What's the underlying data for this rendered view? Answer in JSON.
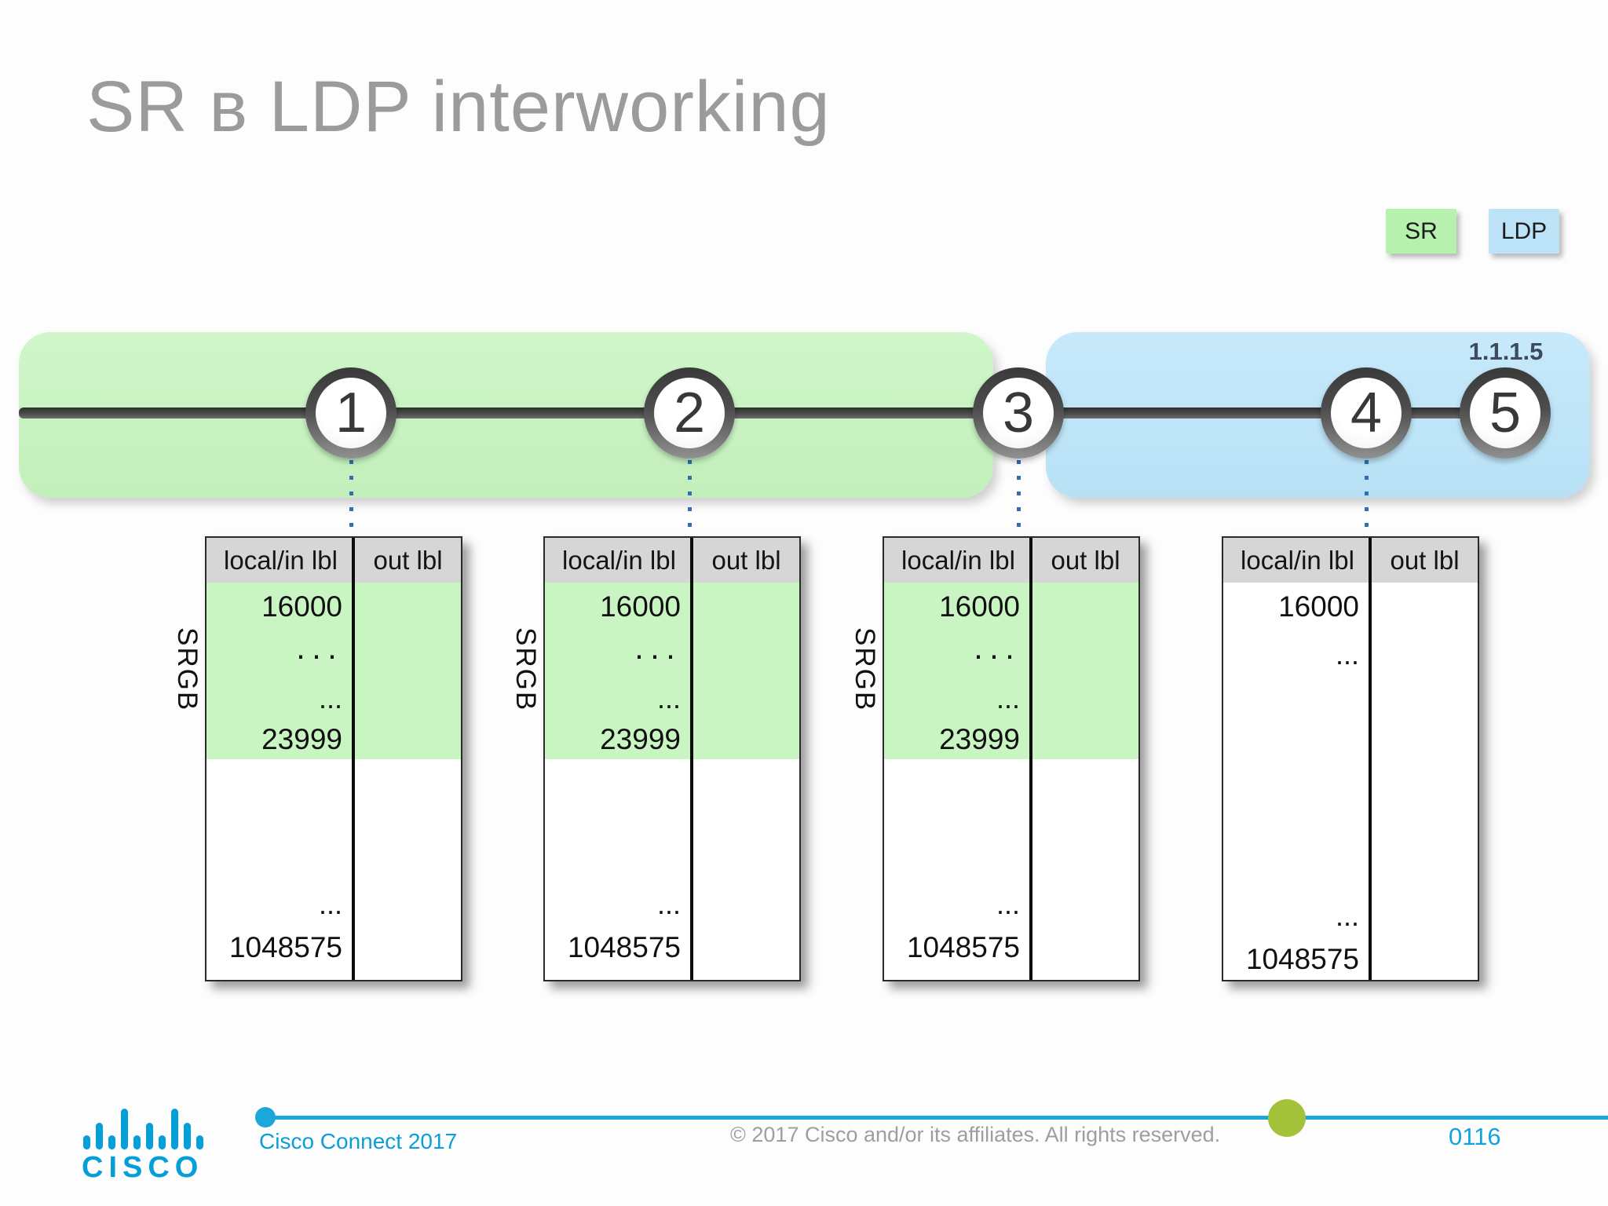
{
  "title": "SR в LDP interworking",
  "legend": {
    "sr": {
      "label": "SR",
      "color": "#b6f1ae"
    },
    "ldp": {
      "label": "LDP",
      "color": "#bde3f8"
    }
  },
  "diagram": {
    "domains": [
      {
        "name": "SR",
        "color": "#c8f3c2"
      },
      {
        "name": "LDP",
        "color": "#bde3f8"
      }
    ],
    "nodes": [
      {
        "id": "1"
      },
      {
        "id": "2"
      },
      {
        "id": "3"
      },
      {
        "id": "4"
      },
      {
        "id": "5",
        "address": "1.1.1.5"
      }
    ]
  },
  "tables": [
    {
      "node": "1",
      "srgb_label": "SRGB",
      "headers": [
        "local/in lbl",
        "out lbl"
      ],
      "local_in_rows": [
        "16000",
        "···",
        "...",
        "23999",
        "...",
        "1048575"
      ]
    },
    {
      "node": "2",
      "srgb_label": "SRGB",
      "headers": [
        "local/in lbl",
        "out lbl"
      ],
      "local_in_rows": [
        "16000",
        "···",
        "...",
        "23999",
        "...",
        "1048575"
      ]
    },
    {
      "node": "3",
      "srgb_label": "SRGB",
      "headers": [
        "local/in lbl",
        "out lbl"
      ],
      "local_in_rows": [
        "16000",
        "···",
        "...",
        "23999",
        "...",
        "1048575"
      ]
    },
    {
      "node": "4",
      "headers": [
        "local/in lbl",
        "out lbl"
      ],
      "local_in_rows": [
        "16000",
        "...",
        "...",
        "1048575"
      ]
    }
  ],
  "footer": {
    "brand": "CISCO",
    "event": "Cisco Connect 2017",
    "copyright": "© 2017  Cisco and/or its affiliates. All rights reserved.",
    "page_number": "0116",
    "accent_line_color": "#1ba7d9",
    "marker_color": "#a4c13a"
  }
}
